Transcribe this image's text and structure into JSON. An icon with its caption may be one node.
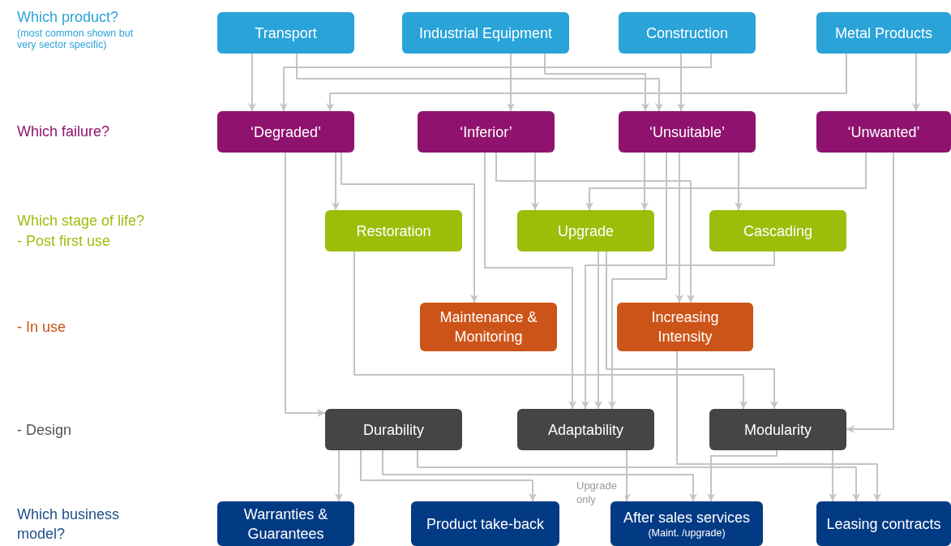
{
  "diagram": {
    "nodes": [
      {
        "text": [
          "Transport"
        ]
      },
      {
        "text": [
          "Industrial Equipment"
        ]
      },
      {
        "text": [
          "Construction"
        ]
      },
      {
        "text": [
          "Metal Products"
        ]
      },
      {
        "text": [
          "‘Degraded’"
        ]
      },
      {
        "text": [
          "‘Inferior’"
        ]
      },
      {
        "text": [
          "‘Unsuitable’"
        ]
      },
      {
        "text": [
          "‘Unwanted’"
        ]
      },
      {
        "text": [
          "Restoration"
        ]
      },
      {
        "text": [
          "Upgrade"
        ]
      },
      {
        "text": [
          "Cascading"
        ]
      },
      {
        "text": [
          "Maintenance & Monitoring"
        ]
      },
      {
        "text": [
          "Increasing Intensity"
        ]
      },
      {
        "text": [
          "Durability"
        ]
      },
      {
        "text": [
          "Adaptability"
        ]
      },
      {
        "text": [
          "Modularity"
        ]
      },
      {
        "text": [
          "Warranties & Guarantees"
        ]
      },
      {
        "text": [
          "Product take-back"
        ]
      },
      {
        "text": [
          "After sales services",
          "(Maint. /upgrade)"
        ]
      },
      {
        "text": [
          "Leasing contracts"
        ]
      }
    ],
    "edges": [
      {
        "from": 0,
        "to": 4,
        "arrow": "to"
      },
      {
        "from": 0,
        "to": 6,
        "arrow": "to"
      },
      {
        "from": 1,
        "to": 5,
        "arrow": "to"
      },
      {
        "from": 1,
        "to": 6,
        "arrow": "to"
      },
      {
        "from": 2,
        "to": 6,
        "arrow": "to"
      },
      {
        "from": 2,
        "to": 4,
        "arrow": "to"
      },
      {
        "from": 3,
        "to": 4,
        "arrow": "to"
      },
      {
        "from": 3,
        "to": 7,
        "arrow": "to"
      },
      {
        "from": 4,
        "to": 8,
        "arrow": "to"
      },
      {
        "from": 4,
        "to": 11,
        "arrow": "to"
      },
      {
        "from": 4,
        "to": 13,
        "arrow": "to"
      },
      {
        "from": 5,
        "to": 9,
        "arrow": "to"
      },
      {
        "from": 5,
        "to": 14,
        "arrow": "to"
      },
      {
        "from": 5,
        "to": 12,
        "arrow": "to"
      },
      {
        "from": 6,
        "to": 9,
        "arrow": "to"
      },
      {
        "from": 6,
        "to": 14,
        "arrow": "to"
      },
      {
        "from": 6,
        "to": 12,
        "arrow": "to"
      },
      {
        "from": 6,
        "to": 10,
        "arrow": "to"
      },
      {
        "from": 7,
        "to": 9,
        "arrow": "to"
      },
      {
        "from": 7,
        "to": 15,
        "arrow": "to"
      },
      {
        "from": 8,
        "to": 15,
        "arrow": "to"
      },
      {
        "from": 9,
        "to": 14,
        "arrow": "to"
      },
      {
        "from": 9,
        "to": 15,
        "arrow": "to"
      },
      {
        "from": 10,
        "to": 14,
        "arrow": "to"
      },
      {
        "from": 12,
        "to": 19,
        "arrow": "to"
      },
      {
        "from": 13,
        "to": 16,
        "arrow": "to"
      },
      {
        "from": 13,
        "to": 17,
        "arrow": "to"
      },
      {
        "from": 13,
        "to": 18,
        "arrow": "to"
      },
      {
        "from": 13,
        "to": 19,
        "arrow": "to"
      },
      {
        "from": 14,
        "to": 18,
        "arrow": "to",
        "label": "Upgrade only"
      },
      {
        "from": 15,
        "to": 18,
        "arrow": "to"
      },
      {
        "from": 15,
        "to": 19,
        "arrow": "to"
      }
    ],
    "labels": [
      "Which product?",
      "(most common shown but very sector specific)",
      "Which failure?",
      "Which stage of life?",
      "- Post first use",
      "- In use",
      "- Design",
      "Which business model?"
    ]
  }
}
